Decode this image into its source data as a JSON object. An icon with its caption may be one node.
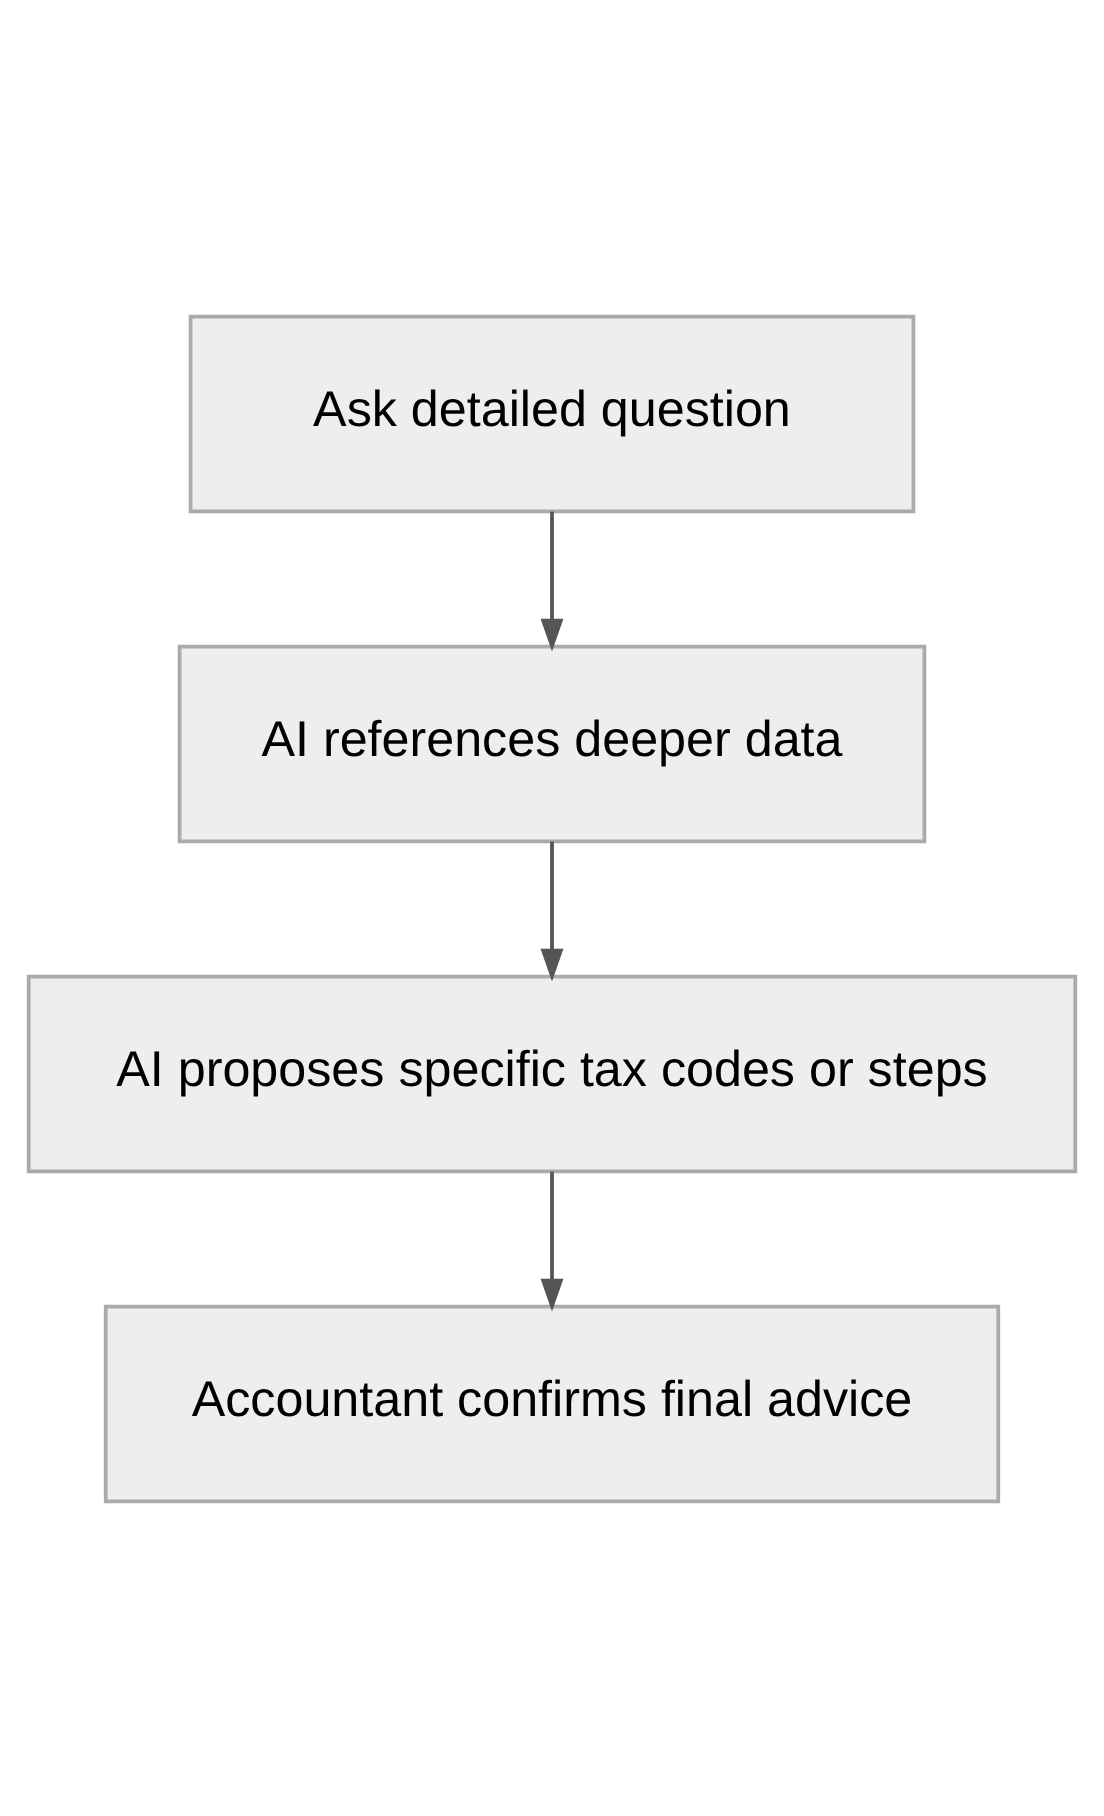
{
  "diagram": {
    "nodes": [
      {
        "text": [
          "Ask detailed question"
        ]
      },
      {
        "text": [
          "AI references deeper data"
        ]
      },
      {
        "text": [
          "AI proposes specific tax codes or steps"
        ]
      },
      {
        "text": [
          "Accountant confirms final advice"
        ]
      }
    ],
    "edges": [
      {
        "from": 0,
        "to": 1,
        "arrow": "to"
      },
      {
        "from": 1,
        "to": 2,
        "arrow": "to"
      },
      {
        "from": 2,
        "to": 3,
        "arrow": "to"
      }
    ]
  }
}
